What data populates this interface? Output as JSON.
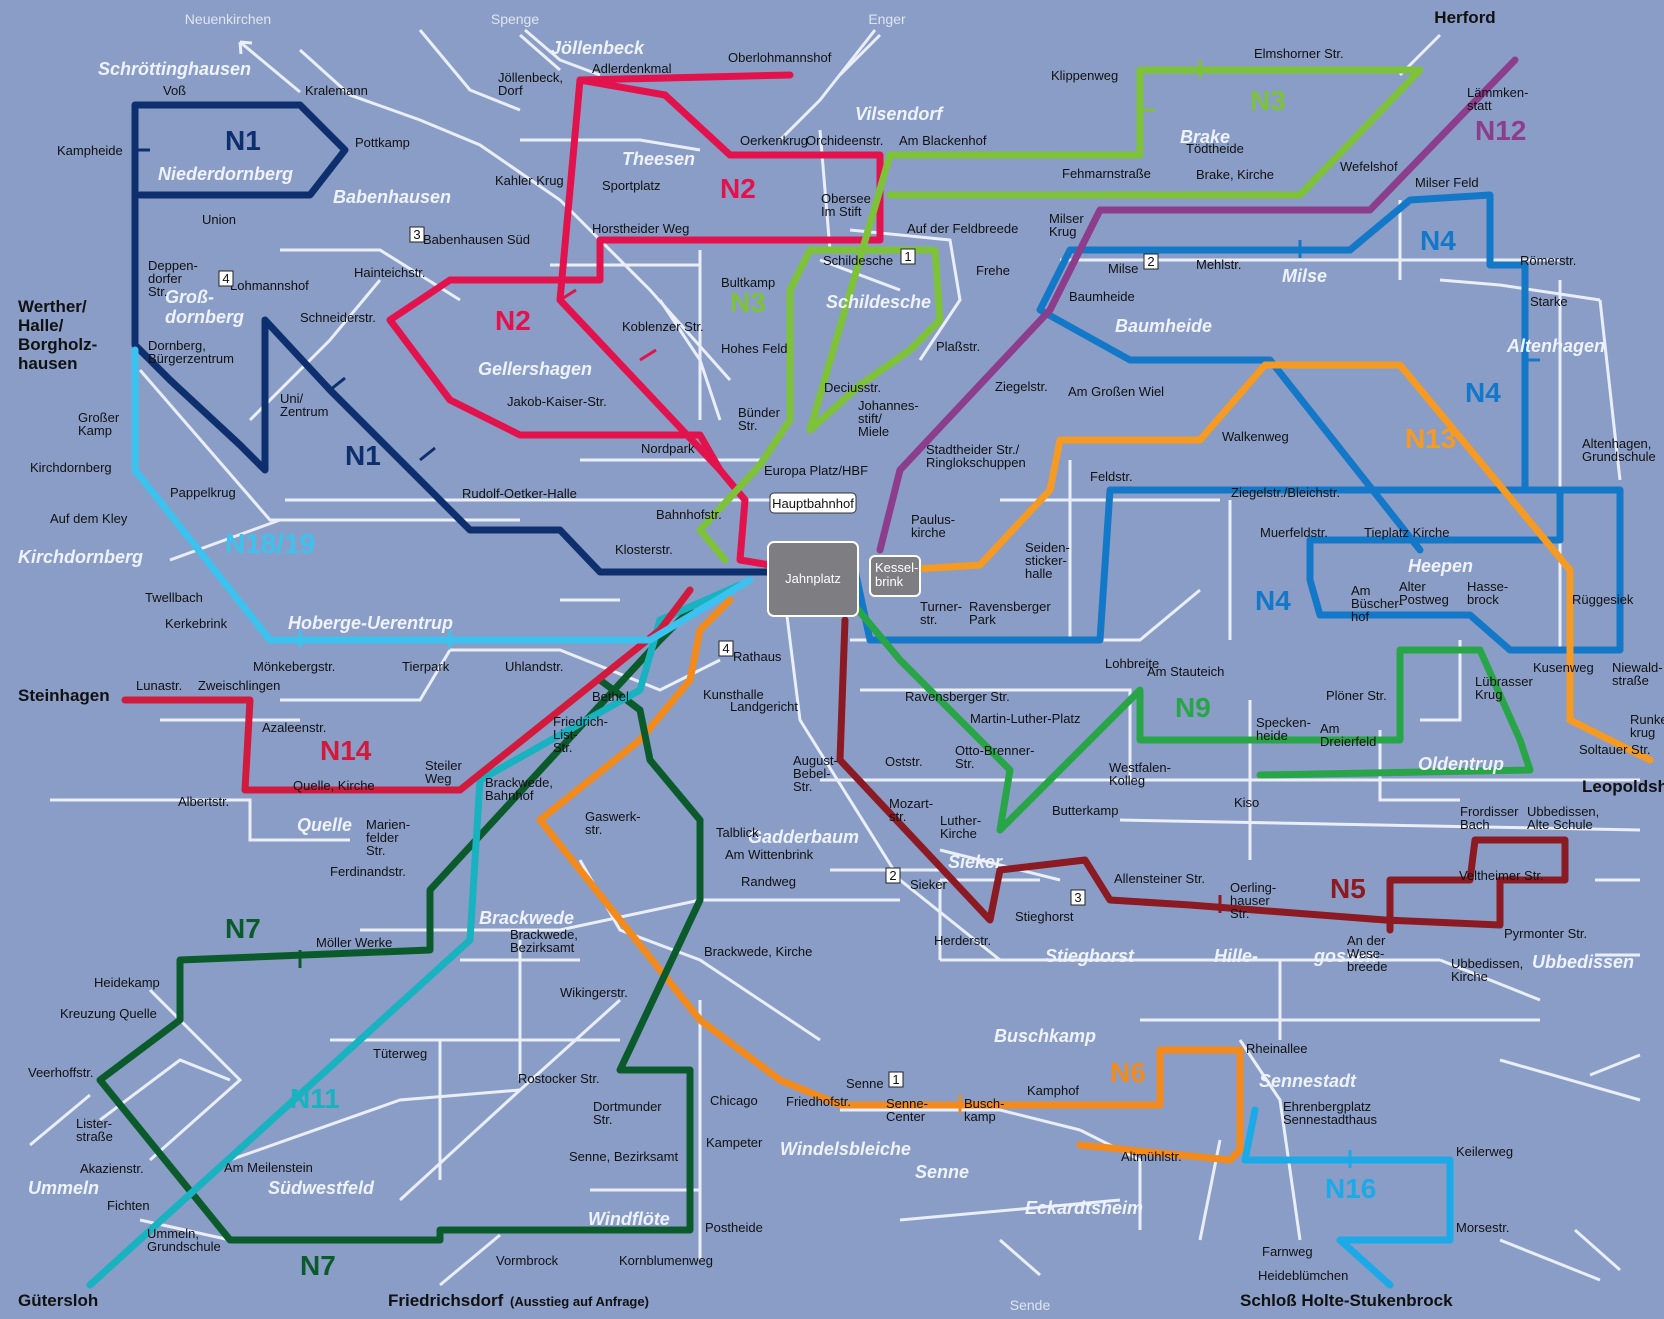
{
  "map": {
    "hub": {
      "name": "Jahnplatz",
      "kesselbrink": "Kessel-\nbrink",
      "hauptbahnhof": "Hauptbahnhof"
    },
    "cities": [
      {
        "id": "herford",
        "label": "Herford"
      },
      {
        "id": "werther",
        "label": "Werther/\nHalle/\nBorgholz-\nhausen"
      },
      {
        "id": "steinhagen",
        "label": "Steinhagen"
      },
      {
        "id": "leopoldshoehe",
        "label": "Leopoldsh"
      },
      {
        "id": "guetersloh",
        "label": "Gütersloh"
      },
      {
        "id": "friedrichsdorf",
        "label": "Friedrichsdorf"
      },
      {
        "id": "friedrichsdorf_note",
        "label": "(Ausstieg auf Anfrage)"
      },
      {
        "id": "schloss",
        "label": "Schloß Holte-Stukenbrock"
      }
    ],
    "edge_labels": [
      "Neuenkirchen",
      "Spenge",
      "Enger",
      "Sende"
    ],
    "districts": [
      "Schröttinghausen",
      "Jöllenbeck",
      "Vilsendorf",
      "Niederdornberg",
      "Babenhausen",
      "Theesen",
      "Brake",
      "Groß-\ndornberg",
      "Gellershagen",
      "Schildesche",
      "Milse",
      "Baumheide",
      "Altenhagen",
      "Kirchdornberg",
      "Hoberge-Uerentrup",
      "Heepen",
      "Quelle",
      "Gadderbaum",
      "Sieker",
      "Oldentrup",
      "Brackwede",
      "Stieghorst",
      "Hille-",
      "gossen",
      "Ubbedissen",
      "Buschkamp",
      "Sennestadt",
      "Ummeln",
      "Südwestfeld",
      "Windelsbleiche",
      "Senne",
      "Eckardtsheim",
      "Windflöte"
    ],
    "lines": [
      {
        "id": "N1",
        "label": "N1",
        "color": "#0e2f6e"
      },
      {
        "id": "N2",
        "label": "N2",
        "color": "#e2134c"
      },
      {
        "id": "N3",
        "label": "N3",
        "color": "#7ec23a"
      },
      {
        "id": "N4",
        "label": "N4",
        "color": "#1478c8"
      },
      {
        "id": "N5",
        "label": "N5",
        "color": "#8b1a22"
      },
      {
        "id": "N6",
        "label": "N6",
        "color": "#f28a1c"
      },
      {
        "id": "N7",
        "label": "N7",
        "color": "#0b5a2c"
      },
      {
        "id": "N9",
        "label": "N9",
        "color": "#28a547"
      },
      {
        "id": "N11",
        "label": "N11",
        "color": "#18b2c0"
      },
      {
        "id": "N12",
        "label": "N12",
        "color": "#8c3d8c"
      },
      {
        "id": "N13",
        "label": "N13",
        "color": "#f59a23"
      },
      {
        "id": "N14",
        "label": "N14",
        "color": "#d11a3c"
      },
      {
        "id": "N16",
        "label": "N16",
        "color": "#1ca9e8"
      },
      {
        "id": "N18_19",
        "label": "N18/19",
        "color": "#3cc2ee"
      }
    ],
    "stops": [
      "Voß",
      "Kralemann",
      "Kampheide",
      "Pottkamp",
      "Union",
      "Deppen-\ndorfer\nStr.",
      "Lohmannshof",
      "Dornberg,\nBürgerzentrum",
      "Uni/\nZentrum",
      "Großer\nKamp",
      "Kirchdornberg",
      "Pappelkrug",
      "Auf dem Kley",
      "Twellbach",
      "Kerkebrink",
      "Mönkebergstr.",
      "Tierpark",
      "Uhlandstr.",
      "Lunastr.",
      "Zweischlingen",
      "Azaleenstr.",
      "Albertstr.",
      "Quelle, Kirche",
      "Steiler\nWeg",
      "Marien-\nfelder\nStr.",
      "Ferdinandstr.",
      "Jöllenbeck,\nDorf",
      "Adlerdenkmal",
      "Oberlohmannshof",
      "Oerkenkrug",
      "Kahler Krug",
      "Sportplatz",
      "Babenhausen Süd",
      "Horstheider Weg",
      "Hainteichstr.",
      "Schneiderstr.",
      "Koblenzer Str.",
      "Jakob-Kaiser-Str.",
      "Nordpark",
      "Rudolf-Oetker-Halle",
      "Bahnhofstr.",
      "Klosterstr.",
      "Orchideenstr.",
      "Am Blackenhof",
      "Obersee\nIm Stift",
      "Auf der Feldbreede",
      "Schildesche",
      "Bultkamp",
      "Hohes Feld",
      "Plaßstr.",
      "Deciusstr.",
      "Johannes-\nstift/\nMiele",
      "Bünder\nStr.",
      "Europa Platz/HBF",
      "Klippenweg",
      "Elmshorner Str.",
      "Lämmken-\nstatt",
      "Tödtheide",
      "Fehmarnstraße",
      "Brake, Kirche",
      "Wefelshof",
      "Milser\nKrug",
      "Milse",
      "Mehlstr.",
      "Milser Feld",
      "Römerstr.",
      "Starke",
      "Frehe",
      "Baumheide",
      "Ziegelstr.",
      "Am Großen Wiel",
      "Stadtheider Str./\nRinglokschuppen",
      "Paulus-\nkirche",
      "Walkenweg",
      "Feldstr.",
      "Ziegelstr./Bleichstr.",
      "Muerfeldstr.",
      "Tieplatz Kirche",
      "Seiden-\nsticker-\nhalle",
      "Altenhagen,\nGrundschule",
      "Rüggesiek",
      "Am\nBüscher-\nhof",
      "Alter\nPostweg",
      "Hasse-\nbrock",
      "Kusenweg",
      "Niewald-\nstraße",
      "Lübrasser\nKrug",
      "Turner-\nstr.",
      "Ravensberger\nPark",
      "Lohbreite",
      "Am Stauteich",
      "Plöner Str.",
      "Specken-\nheide",
      "Am\nDreierfeld",
      "Soltauer Str.",
      "Runke\nkrug",
      "Rathaus",
      "Kunsthalle",
      "Landgericht",
      "Ravensberger Str.",
      "Martin-Luther-Platz",
      "Bethel",
      "Friedrich-\nList-\nStr.",
      "Brackwede,\nBahnhof",
      "August-\nBebel-\nStr.",
      "Oststr.",
      "Otto-Brenner-\nStr.",
      "Westfalen-\nKolleg",
      "Kiso",
      "Mozart-\nstr.",
      "Gaswerk-\nstr.",
      "Talblick",
      "Am Wittenbrink",
      "Randweg",
      "Luther-\nKirche",
      "Butterkamp",
      "Sieker",
      "Frordisser\nBach",
      "Ubbedissen,\nAlte Schule",
      "Veltheimer Str.",
      "Allensteiner Str.",
      "Oerling-\nhauser\nStr.",
      "Stieghorst",
      "Herderstr.",
      "An der\nWese-\nbreede",
      "Ubbedissen,\nKirche",
      "Pyrmonter Str.",
      "Möller Werke",
      "Heidekamp",
      "Kreuzung Quelle",
      "Veerhoffstr.",
      "Brackwede,\nBezirksamt",
      "Brackwede, Kirche",
      "Wikingerstr.",
      "Tüterweg",
      "Rostocker Str.",
      "Dortmunder\nStr.",
      "Chicago",
      "Kampeter",
      "Senne, Bezirksamt",
      "Lister-\nstraße",
      "Akazienstr.",
      "Am Meilenstein",
      "Fichten",
      "Ummeln,\nGrundschule",
      "Vormbrock",
      "Kornblumenweg",
      "Postheide",
      "Senne",
      "Friedhofstr.",
      "Senne-\nCenter",
      "Busch-\nkamp",
      "Kamphof",
      "Altmühlstr.",
      "Rheinallee",
      "Ehrenbergplatz\nSennestadthaus",
      "Keilerweg",
      "Morsestr.",
      "Farnweg",
      "Heideblümchen"
    ],
    "zone_badges": [
      "1",
      "2",
      "3",
      "4"
    ]
  }
}
